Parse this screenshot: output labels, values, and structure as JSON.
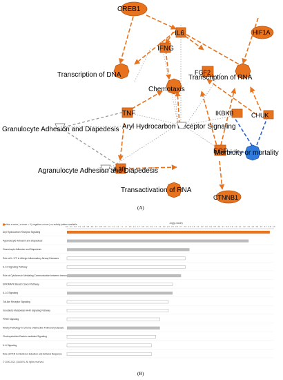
{
  "network": {
    "panel_label": "(A)",
    "colors": {
      "up": "#e8731f",
      "up_stroke": "#b35512",
      "down": "#2f7bde",
      "gray": "#aaaaaa",
      "blue_edge": "#2a62c9"
    },
    "nodes": {
      "creb1": "CREB1",
      "il6": "IL6",
      "hif1a": "HIF1A",
      "ifng": "IFNG",
      "fgf2": "FGF2",
      "tnf": "TNF",
      "ikbkb": "IKBKB",
      "chuk": "CHUK",
      "il1b": "IL1B",
      "egf": "EGF",
      "ctnnb1": "CTNNB1",
      "t_dna": "Transcription of DNA",
      "t_rna": "Transcription of RNA",
      "chemotaxis": "Chemotaxis",
      "ahr": "Aryl Hydrocarbon Receptor Signaling",
      "granulocyte": "Granulocyte Adhesion and Diapedesis",
      "agranulocyte": "Agranulocyte Adhesion and Diapedesis",
      "morbidity": "Morbidity or mortality",
      "transactivation": "Transactivation of RNA"
    }
  },
  "barchart": {
    "panel_label": "(B)",
    "legend": "positive z-score | z-score = 0 | negative z-score | no activity pattern available",
    "axis_title": "-log(p-value)",
    "copyright": "© 2000-2021 QIAGEN. All rights reserved.",
    "colors": {
      "highlight": "#e8731f",
      "gray": "#bbbbbb",
      "white": "#ffffff"
    },
    "chart_data": {
      "type": "bar",
      "orientation": "horizontal",
      "xlim": [
        0,
        4.9
      ],
      "xticks": [
        "0.0",
        "0.1",
        "0.2",
        "0.3",
        "0.4",
        "0.5",
        "0.6",
        "0.7",
        "0.8",
        "0.9",
        "1.0",
        "1.1",
        "1.2",
        "1.3",
        "1.4",
        "1.5",
        "1.6",
        "1.7",
        "1.8",
        "1.9",
        "2.0",
        "2.1",
        "2.2",
        "2.3",
        "2.4",
        "2.5",
        "2.6",
        "2.7",
        "2.8",
        "2.9",
        "3.0",
        "3.1",
        "3.2",
        "3.3",
        "3.4",
        "3.5",
        "3.6",
        "3.7",
        "3.8",
        "3.9",
        "4.0",
        "4.1",
        "4.2",
        "4.3",
        "4.4",
        "4.5",
        "4.6",
        "4.7",
        "4.8",
        "4.9"
      ],
      "categories": [
        "Aryl Hydrocarbon Receptor Signaling",
        "Agranulocyte Adhesion and Diapedesis",
        "Granulocyte Adhesion and Diapedesis",
        "Role of IL-17F in Allergic Inflammatory Airway Diseases",
        "IL-10 Signaling Pathway",
        "Role of Cytokines in Mediating Communication between Immune Cells",
        "ERK/MAPK Breast Cancer Pathway",
        "IL-10 Signaling",
        "Toll-like Receptor Signaling",
        "Xenobiotic Metabolism AHR Signaling Pathway",
        "PPAR Signaling",
        "Airway Pathology in Chronic Obstructive Pulmonary Disease",
        "Cholecystokinin/Gastrin-mediated Signaling",
        "IL-6 Signaling",
        "Role of PKR in Interferon Induction and Antiviral Response"
      ],
      "values": [
        4.8,
        4.3,
        2.9,
        2.8,
        2.8,
        2.7,
        2.5,
        2.5,
        2.4,
        2.4,
        2.2,
        2.2,
        2.1,
        2.0,
        2.0
      ],
      "fills": [
        "highlight",
        "gray",
        "gray",
        "white",
        "white",
        "gray",
        "white",
        "gray",
        "white",
        "white",
        "white",
        "gray",
        "white",
        "white",
        "white"
      ]
    }
  }
}
